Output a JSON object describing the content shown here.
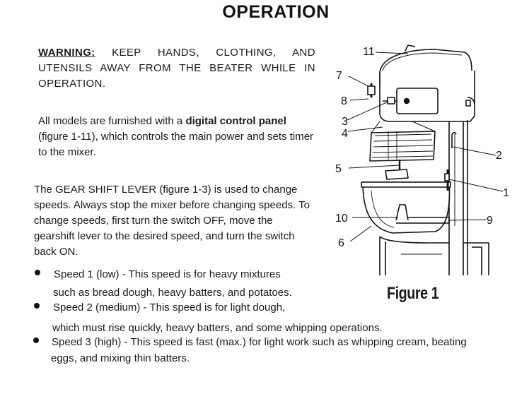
{
  "title": "OPERATION",
  "warning": {
    "label": "WARNING:",
    "text": "KEEP HANDS, CLOTHING, AND UTENSILS AWAY FROM THE BEATER WHILE IN OPERATION."
  },
  "paragraph1": {
    "before": "All models are furnished with a ",
    "bold": "digital control panel",
    "after": " (figure 1-11), which controls the main power and sets timer to the mixer."
  },
  "paragraph2": "The GEAR SHIFT LEVER (figure 1-3) is used to change speeds. Always stop the mixer before changing speeds. To change speeds, first turn the switch OFF, move the gearshift lever to the desired speed, and turn the switch back ON.",
  "speeds": [
    {
      "line1": "Speed 1 (low) - This speed is for heavy mixtures",
      "line2": "such as bread dough, heavy batters, and potatoes."
    },
    {
      "line1": "Speed 2 (medium) - This speed is for light dough,",
      "line2": "which must rise quickly, heavy batters, and some whipping operations."
    },
    {
      "line1": "Speed 3 (high) - This speed is fast (max.) for light work such as whipping cream, beating",
      "line2": "eggs, and mixing thin batters."
    }
  ],
  "figure": {
    "caption": "Figure 1",
    "callouts": [
      "11",
      "7",
      "8",
      "3",
      "4",
      "2",
      "5",
      "1",
      "10",
      "9",
      "6"
    ]
  }
}
